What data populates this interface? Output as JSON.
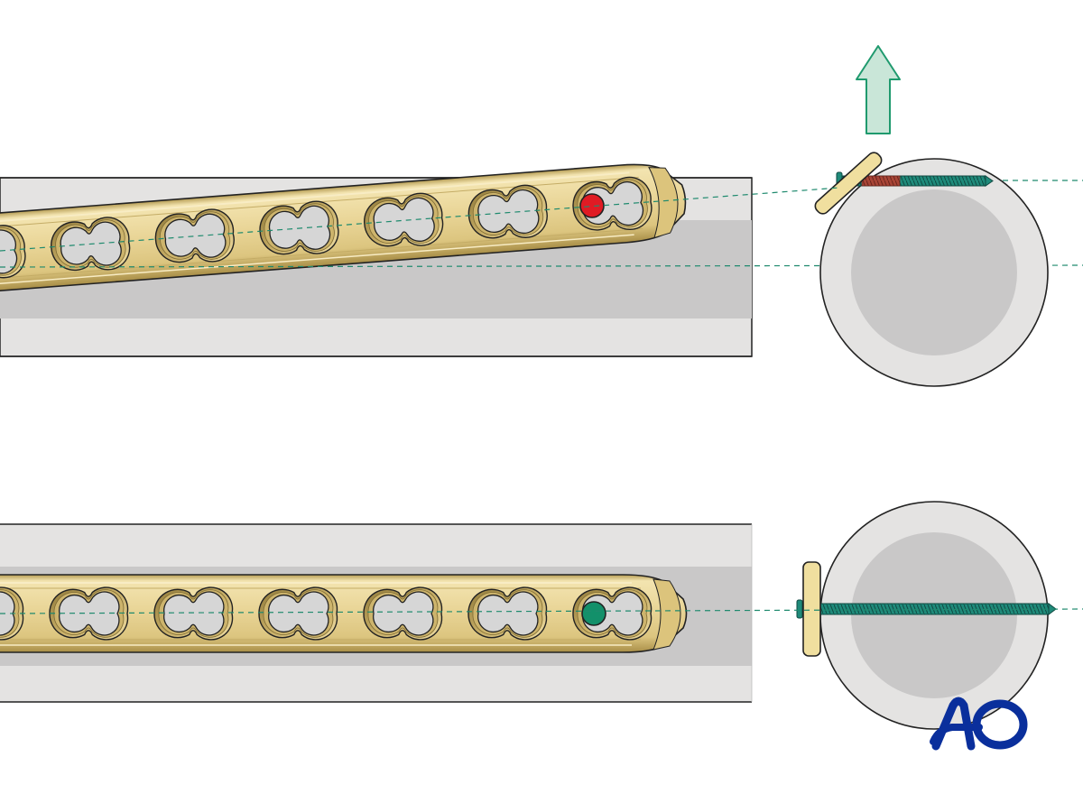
{
  "colors": {
    "bone_outer": "#e4e3e2",
    "bone_inner": "#c9c8c8",
    "plate": "#e9d597",
    "plate_light": "#f6e9bb",
    "plate_dark": "#b39a55",
    "hole_rim": "#a88f4a",
    "hole_inner": "#d6d6d6",
    "screw": "#1f8a7a",
    "screw_dark": "#16584f",
    "guide_line": "#1f8a6e",
    "arrow_fill": "#c9e6d8",
    "arrow_stroke": "#1f9a6e",
    "marker_red": "#e01b24",
    "marker_green": "#13906a",
    "drill_red": "#c0392b",
    "logo": "#0a2f9c",
    "outline": "#222222"
  },
  "figures": {
    "top": {
      "plate_tilt_deg": -4.4,
      "marker": "red",
      "arrow": "up"
    },
    "bottom": {
      "plate_tilt_deg": 0,
      "marker": "green"
    }
  },
  "logo": {
    "text": "AO"
  }
}
